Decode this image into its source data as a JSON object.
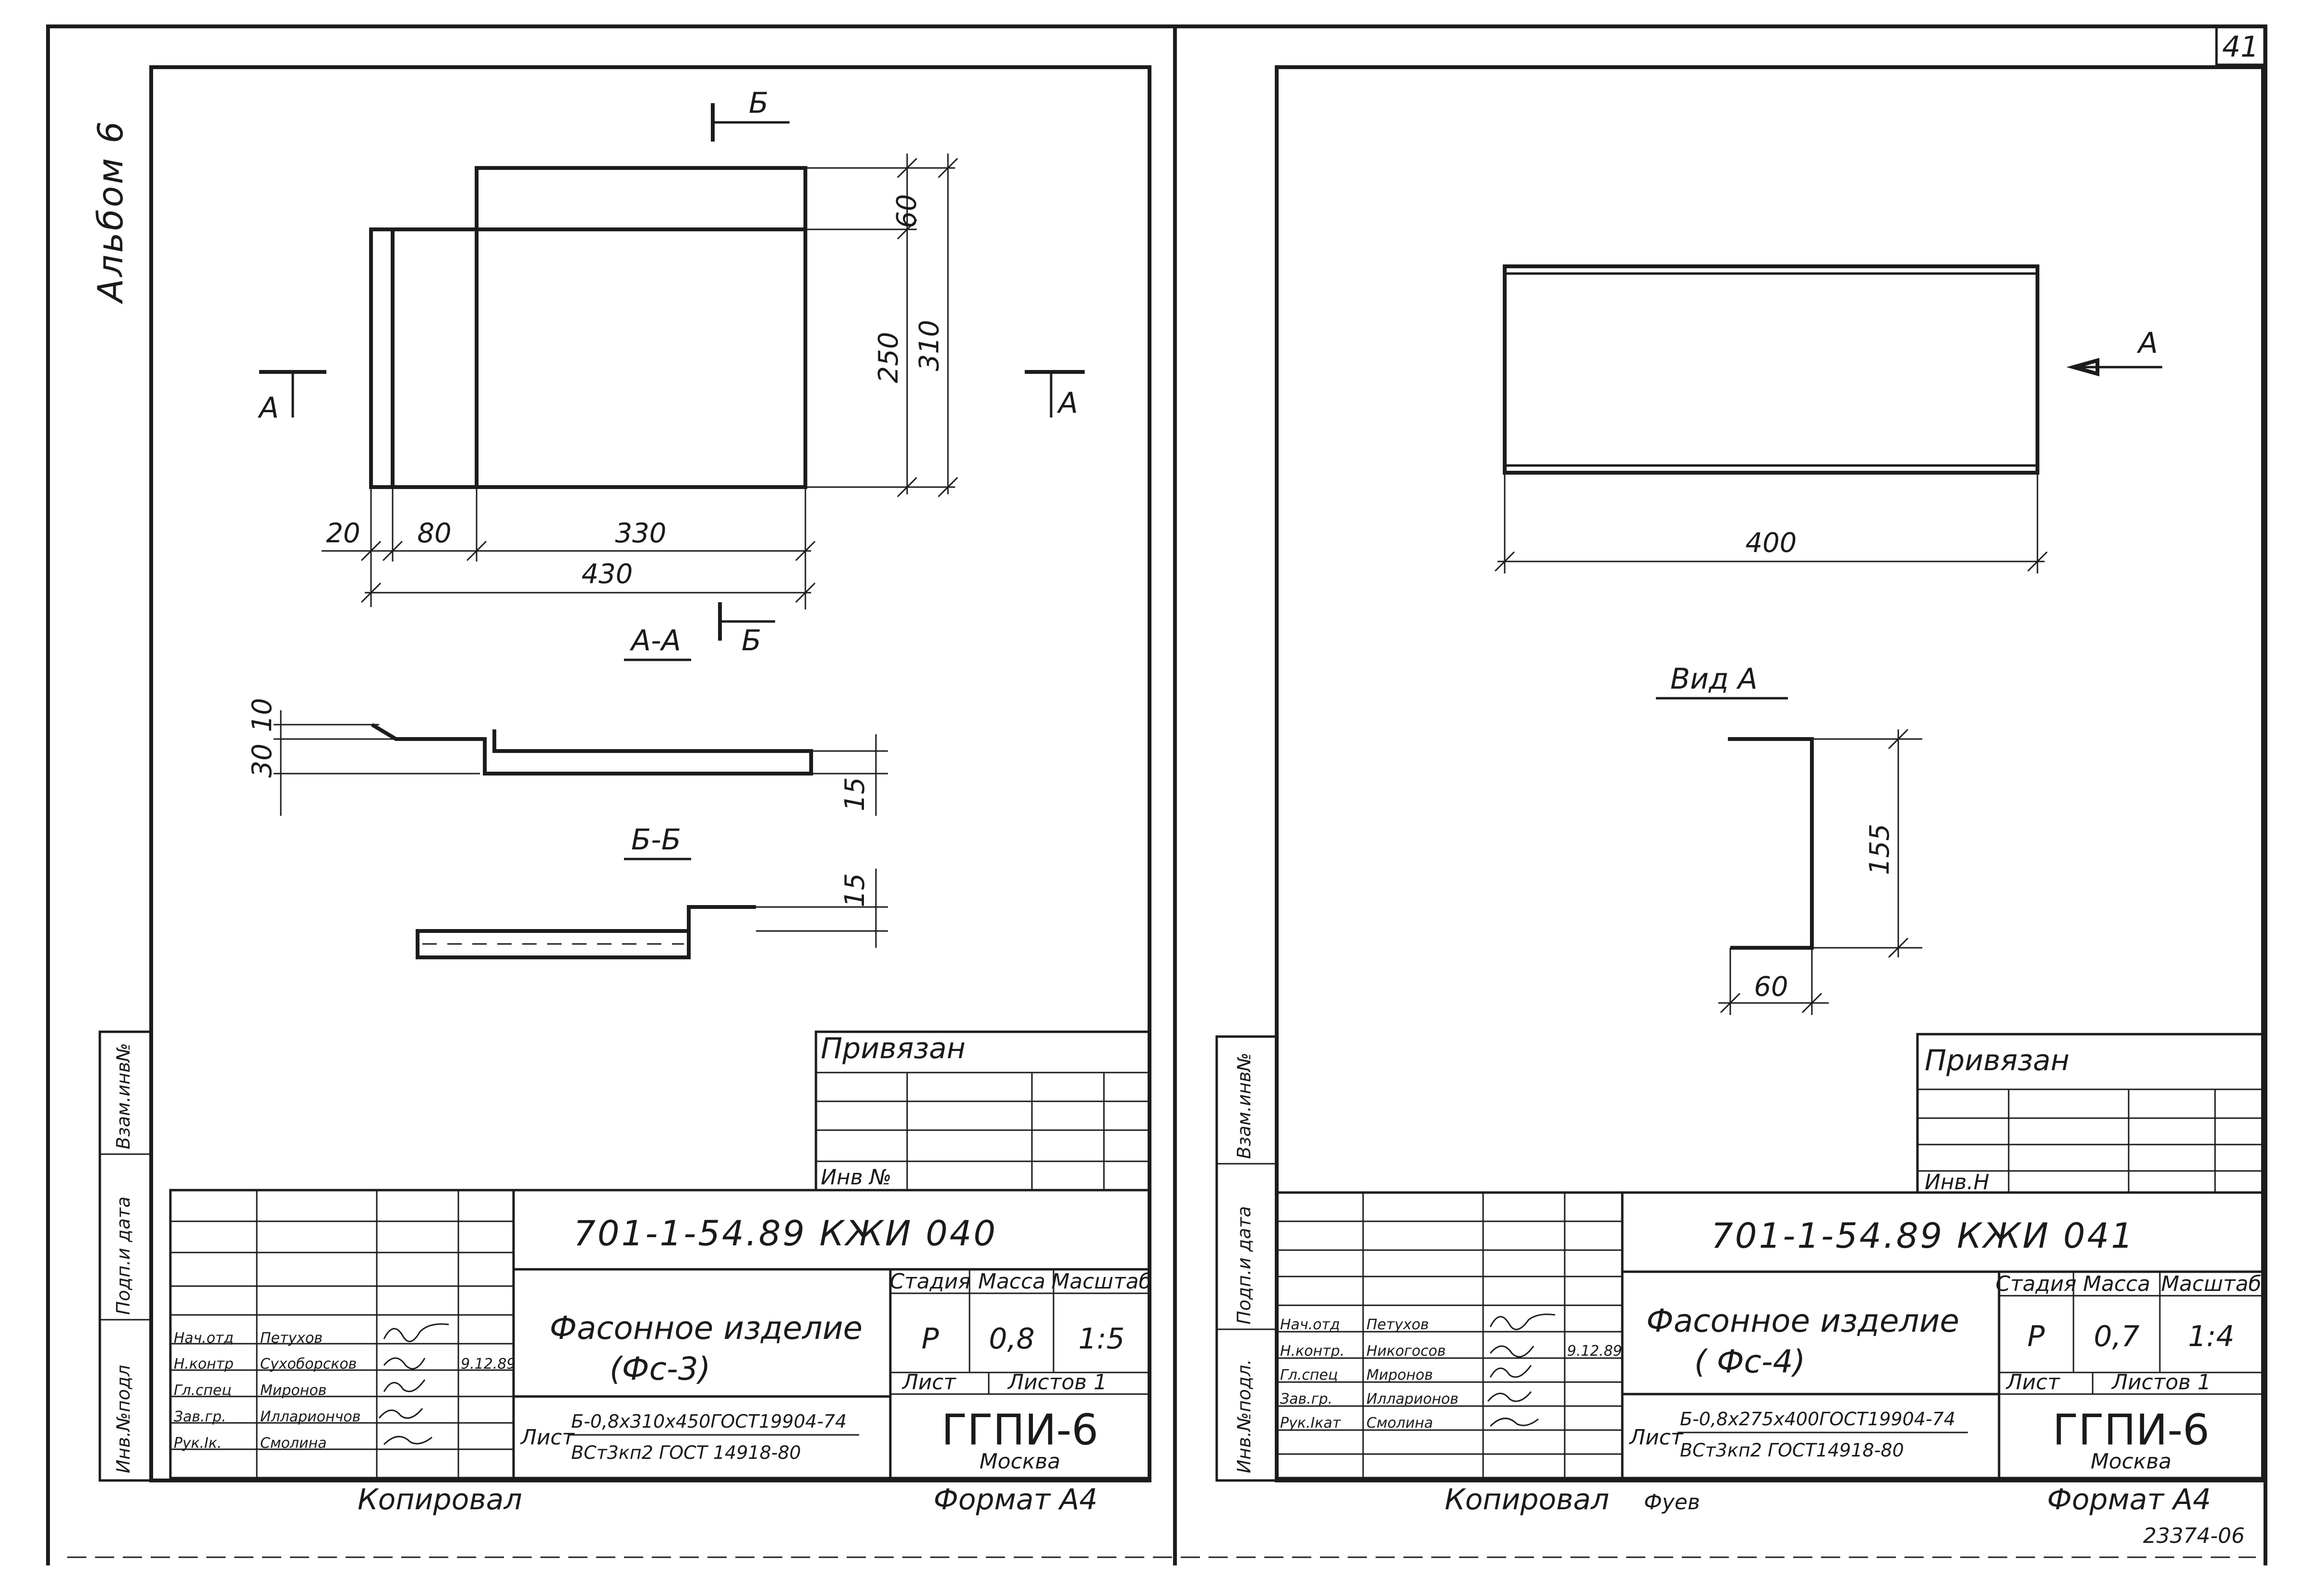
{
  "page_number": "41",
  "album_label": "Альбом 6",
  "archive_number": "23374-06",
  "left": {
    "dims": {
      "d60": "60",
      "d250": "250",
      "d310": "310",
      "d20": "20",
      "d80": "80",
      "d330": "330",
      "d430": "430",
      "d10": "10",
      "d30": "30",
      "d15a": "15",
      "d15b": "15"
    },
    "marks": {
      "a": "А",
      "b": "Б"
    },
    "section_aa": "А-А",
    "section_bb": "Б-Б",
    "privyazan": "Привязан",
    "inv_no": "Инв №",
    "doc_code": "701-1-54.89  КЖИ  040",
    "title_line1": "Фасонное изделие",
    "title_line2": "(Фс-3)",
    "stage_header": "Стадия",
    "mass_header": "Масса",
    "scale_header": "Масштаб",
    "stage": "Р",
    "mass": "0,8",
    "scale": "1:5",
    "sheet": "Лист",
    "sheets": "Листов 1",
    "material_prefix": "Лист",
    "material_line1": "Б-0,8х310х450ГОСТ19904-74",
    "material_line2": "ВСт3кп2 ГОСТ 14918-80",
    "org": "ГГПИ-6",
    "city": "Москва",
    "roles": [
      "Нач.отд",
      "Н.контр",
      "Гл.спец",
      "Зав.гр.",
      "Рук.Iк."
    ],
    "names": [
      "Петухов",
      "Сухоборсков",
      "Миронов",
      "Иллариончов",
      "Смолина"
    ],
    "date": "9.12.89",
    "copied": "Копировал",
    "format": "Формат А4",
    "side_labels": [
      "Инв.№подл",
      "Подп.и дата",
      "Взам.инв№"
    ]
  },
  "right": {
    "dims": {
      "d400": "400",
      "d155": "155",
      "d60": "60"
    },
    "mark_a": "А",
    "view_label": "Вид А",
    "privyazan": "Привязан",
    "inv_no": "Инв.Н",
    "doc_code": "701-1-54.89  КЖИ     041",
    "title_line1": "Фасонное изделие",
    "title_line2": "( Фс-4)",
    "stage_header": "Стадия",
    "mass_header": "Масса",
    "scale_header": "Масштаб",
    "stage": "Р",
    "mass": "0,7",
    "scale": "1:4",
    "sheet": "Лист",
    "sheets": "Листов 1",
    "material_prefix": "Лист",
    "material_line1": "Б-0,8х275х400ГОСТ19904-74",
    "material_line2": "ВСт3кп2 ГОСТ14918-80",
    "org": "ГГПИ-6",
    "city": "Москва",
    "roles": [
      "Нач.отд",
      "Н.контр.",
      "Гл.спец",
      "Зав.гр.",
      "Рук.Iкат"
    ],
    "names": [
      "Петухов",
      "Никогосов",
      "Миронов",
      "Илларионов",
      "Смолина"
    ],
    "date": "9.12.89",
    "copied": "Копировал",
    "copied_sign": "Фуев",
    "format": "Формат А4",
    "side_labels": [
      "Инв.№подл.",
      "Подп.и дата",
      "Взам.инв№"
    ]
  }
}
